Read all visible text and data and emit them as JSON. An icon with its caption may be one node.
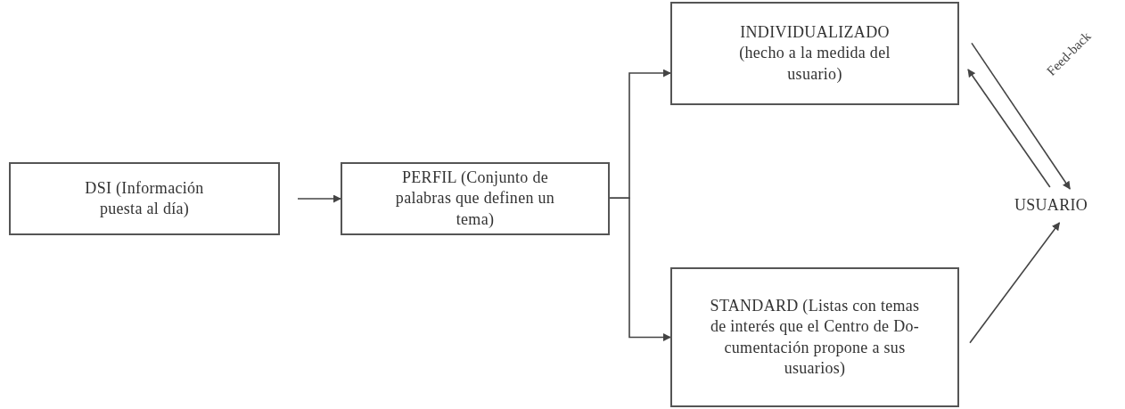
{
  "diagram": {
    "nodes": [
      {
        "text": [
          "DSI (Información puesta al día)"
        ]
      },
      {
        "text": [
          "PERFIL (Conjunto de palabras que definen un tema)"
        ]
      },
      {
        "text": [
          "INDIVIDUALIZADO (hecho a la medida del usuario)"
        ]
      },
      {
        "text": [
          "STANDARD (Listas con temas de interés que el Centro de Do-cumentación propone a sus usuarios)"
        ]
      },
      {
        "text": [
          "USUARIO"
        ]
      }
    ],
    "edges": [
      {
        "from": 0,
        "to": 1,
        "arrow": "to"
      },
      {
        "from": 1,
        "to": 2,
        "arrow": "to"
      },
      {
        "from": 1,
        "to": 3,
        "arrow": "to"
      },
      {
        "from": 2,
        "to": 4,
        "arrow": "to",
        "label": "Feed-back"
      },
      {
        "from": 4,
        "to": 2,
        "arrow": "to"
      },
      {
        "from": 3,
        "to": 4,
        "arrow": "to"
      }
    ]
  }
}
